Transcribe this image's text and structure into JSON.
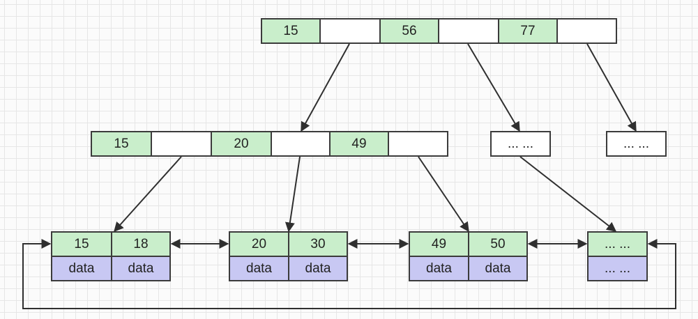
{
  "colors": {
    "key_fill": "#c9eecb",
    "data_fill": "#c8c8f3",
    "pointer_fill": "#ffffff",
    "stroke": "#3b3b3b",
    "arrow": "#2f2f2f",
    "grid": "#e6e6e6"
  },
  "root": {
    "keys": [
      "15",
      "56",
      "77"
    ]
  },
  "internal": {
    "keys": [
      "15",
      "20",
      "49"
    ],
    "ellipsis_nodes": [
      "... ...",
      "... ..."
    ]
  },
  "leaves": [
    {
      "keys": [
        "15",
        "18"
      ],
      "data": [
        "data",
        "data"
      ]
    },
    {
      "keys": [
        "20",
        "30"
      ],
      "data": [
        "data",
        "data"
      ]
    },
    {
      "keys": [
        "49",
        "50"
      ],
      "data": [
        "data",
        "data"
      ]
    },
    {
      "keys": [
        "... ..."
      ],
      "data": [
        "... ..."
      ]
    }
  ]
}
